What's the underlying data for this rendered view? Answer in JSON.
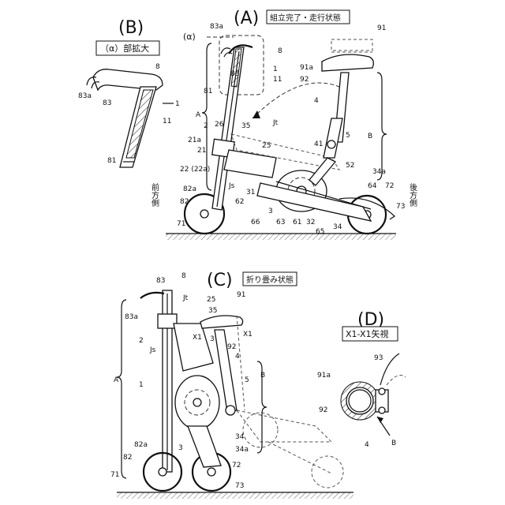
{
  "panels": {
    "A": {
      "letter": "(A)",
      "caption": "組立完了・走行状態"
    },
    "B": {
      "letter": "(B)",
      "caption": "（α）部拡大"
    },
    "C": {
      "letter": "(C)",
      "caption": "折り畳み状態"
    },
    "D": {
      "letter": "(D)",
      "caption": "X1-X1矢視"
    }
  },
  "side_labels": {
    "front": "前方側",
    "rear": "後方側"
  },
  "alpha": "(α)",
  "labels_A": {
    "l83a": "83a",
    "l8": "8",
    "l83": "83",
    "l1": "1",
    "l11": "11",
    "l81": "81",
    "l91": "91",
    "l91a": "91a",
    "l92": "92",
    "l4": "4",
    "lA": "A",
    "lB": "B",
    "l2": "2",
    "l26": "26",
    "l35": "35",
    "lJt": "Jt",
    "l21a": "21a",
    "l21": "21",
    "l25": "25",
    "l41": "41",
    "l5": "5",
    "l52": "52",
    "l22": "22 (22a)",
    "l82a": "82a",
    "l82": "82",
    "l71": "71",
    "lJs": "Js",
    "l31": "31",
    "l62": "62",
    "l66": "66",
    "l3": "3",
    "l63": "63",
    "l61": "61",
    "l32": "32",
    "l65": "65",
    "l34": "34",
    "l34a": "34a",
    "l64": "64",
    "l72": "72",
    "l73": "73"
  },
  "labels_B": {
    "l8": "8",
    "l83a": "83a",
    "l83": "83",
    "l1": "1",
    "l11": "11",
    "l81": "81"
  },
  "labels_C": {
    "l83": "83",
    "l8": "8",
    "l83a": "83a",
    "lJt": "Jt",
    "l25": "25",
    "l35": "35",
    "l91": "91",
    "l2": "2",
    "lX1a": "X1",
    "lX1b": "X1",
    "l3a": "3",
    "l92": "92",
    "lJs": "Js",
    "l4": "4",
    "lA": "A",
    "lB": "B",
    "l1": "1",
    "l5": "5",
    "l82a": "82a",
    "l3": "3",
    "l34": "34",
    "l34a": "34a",
    "l82": "82",
    "l71": "71",
    "l72": "72",
    "l73": "73"
  },
  "labels_D": {
    "l93": "93",
    "l91a": "91a",
    "l92": "92",
    "l4": "4",
    "lB": "B"
  }
}
